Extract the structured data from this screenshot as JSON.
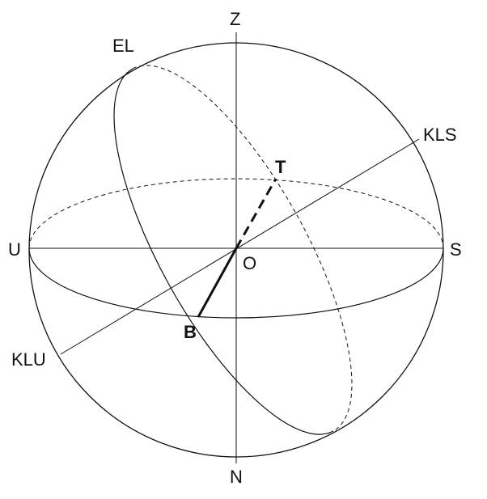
{
  "diagram": {
    "labels": {
      "zenith": "Z",
      "nadir": "N",
      "north_horizon": "U",
      "south_horizon": "S",
      "ecliptic_end": "EL",
      "axis_top": "KLS",
      "axis_bottom": "KLU",
      "center": "O",
      "point_t": "T",
      "point_b": "B"
    },
    "colors": {
      "line": "#111111",
      "background": "#ffffff"
    }
  }
}
